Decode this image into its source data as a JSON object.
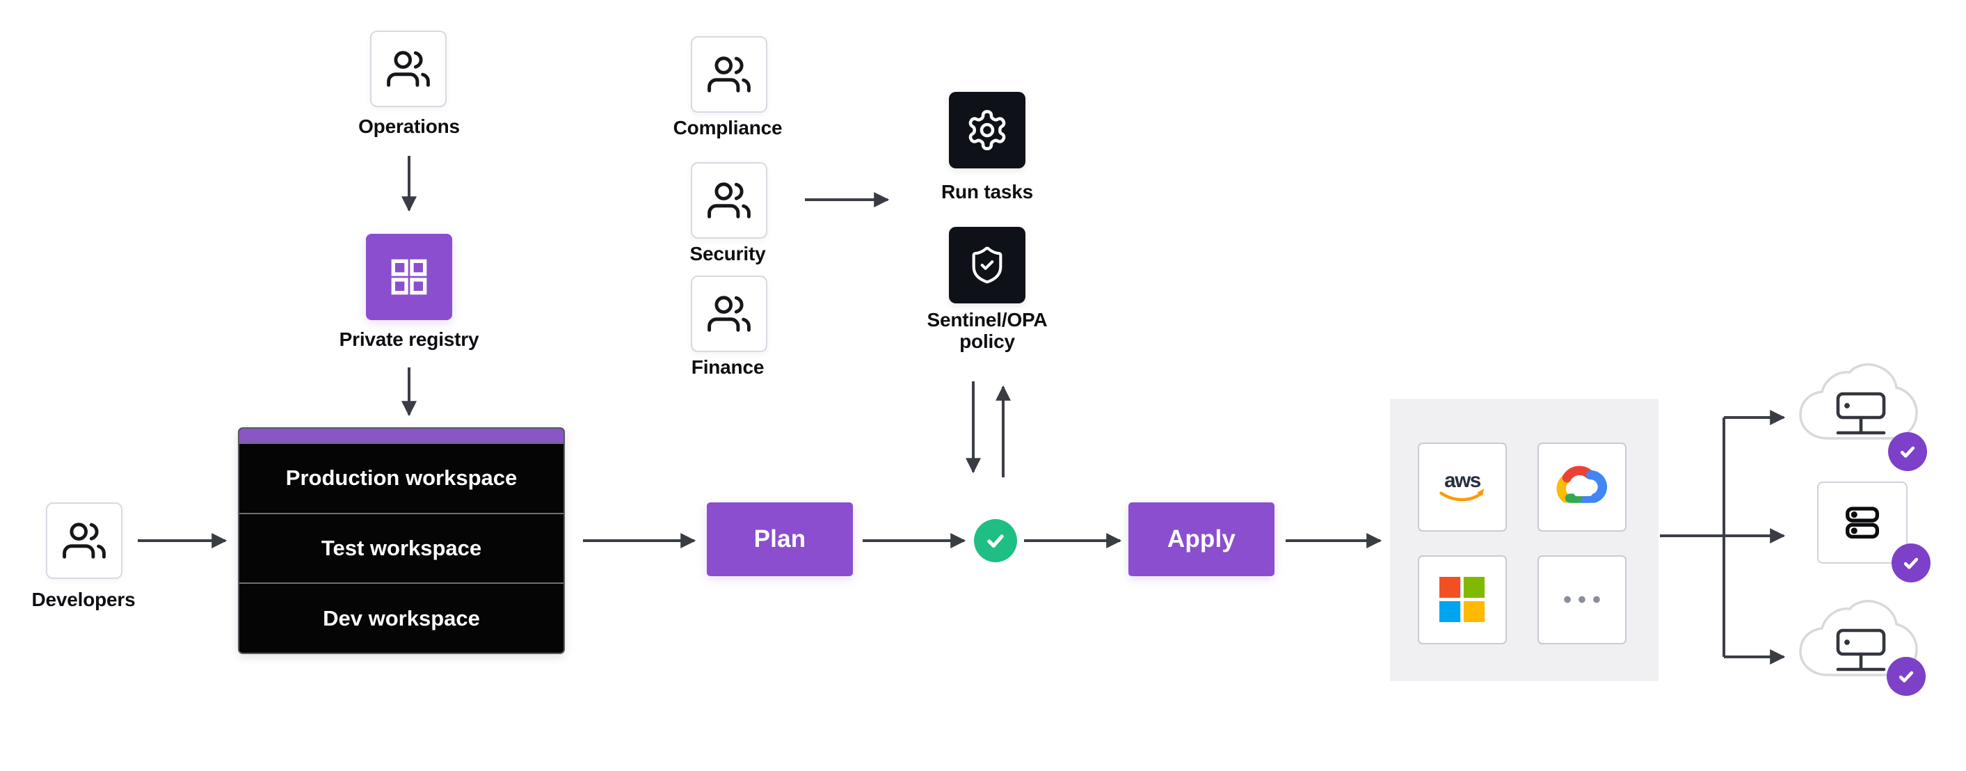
{
  "diagram": {
    "nodes": {
      "developers": {
        "label": "Developers"
      },
      "operations": {
        "label": "Operations"
      },
      "private_registry": {
        "label": "Private registry"
      },
      "workspace_stack": {
        "items": [
          "Production workspace",
          "Test workspace",
          "Dev workspace"
        ]
      },
      "compliance": {
        "label": "Compliance"
      },
      "security": {
        "label": "Security"
      },
      "finance": {
        "label": "Finance"
      },
      "run_tasks": {
        "label": "Run tasks"
      },
      "sentinel_policy": {
        "label_line1": "Sentinel/OPA",
        "label_line2": "policy"
      },
      "plan": {
        "label": "Plan"
      },
      "apply": {
        "label": "Apply"
      }
    },
    "providers": {
      "aws_label": "aws",
      "more_label": "•••",
      "names": [
        "aws",
        "google-cloud",
        "microsoft",
        "more"
      ]
    },
    "icons": {
      "team": "users-icon",
      "private_registry": "grid-icon",
      "run_tasks": "gear-icon",
      "sentinel_policy": "shield-check-icon",
      "approval": "check-circle-icon",
      "targets": [
        "cloud-server-icon",
        "server-stack-icon",
        "cloud-server-icon"
      ],
      "target_status": "check-badge-icon"
    },
    "colors": {
      "purple": "#8a4ece",
      "badge_purple": "#7d40c9",
      "green": "#1fbe84",
      "dark_tile": "#0e1118",
      "arrow": "#3c3f45",
      "panel_gray": "#f0f0f2",
      "aws_orange": "#ff9900",
      "ms_red": "#f25022",
      "ms_green": "#7fba00",
      "ms_blue": "#00a4ef",
      "ms_yellow": "#ffb900",
      "gcp_red": "#ea4335",
      "gcp_yellow": "#fbbc05",
      "gcp_blue": "#4285f4",
      "gcp_green": "#34a853"
    }
  }
}
